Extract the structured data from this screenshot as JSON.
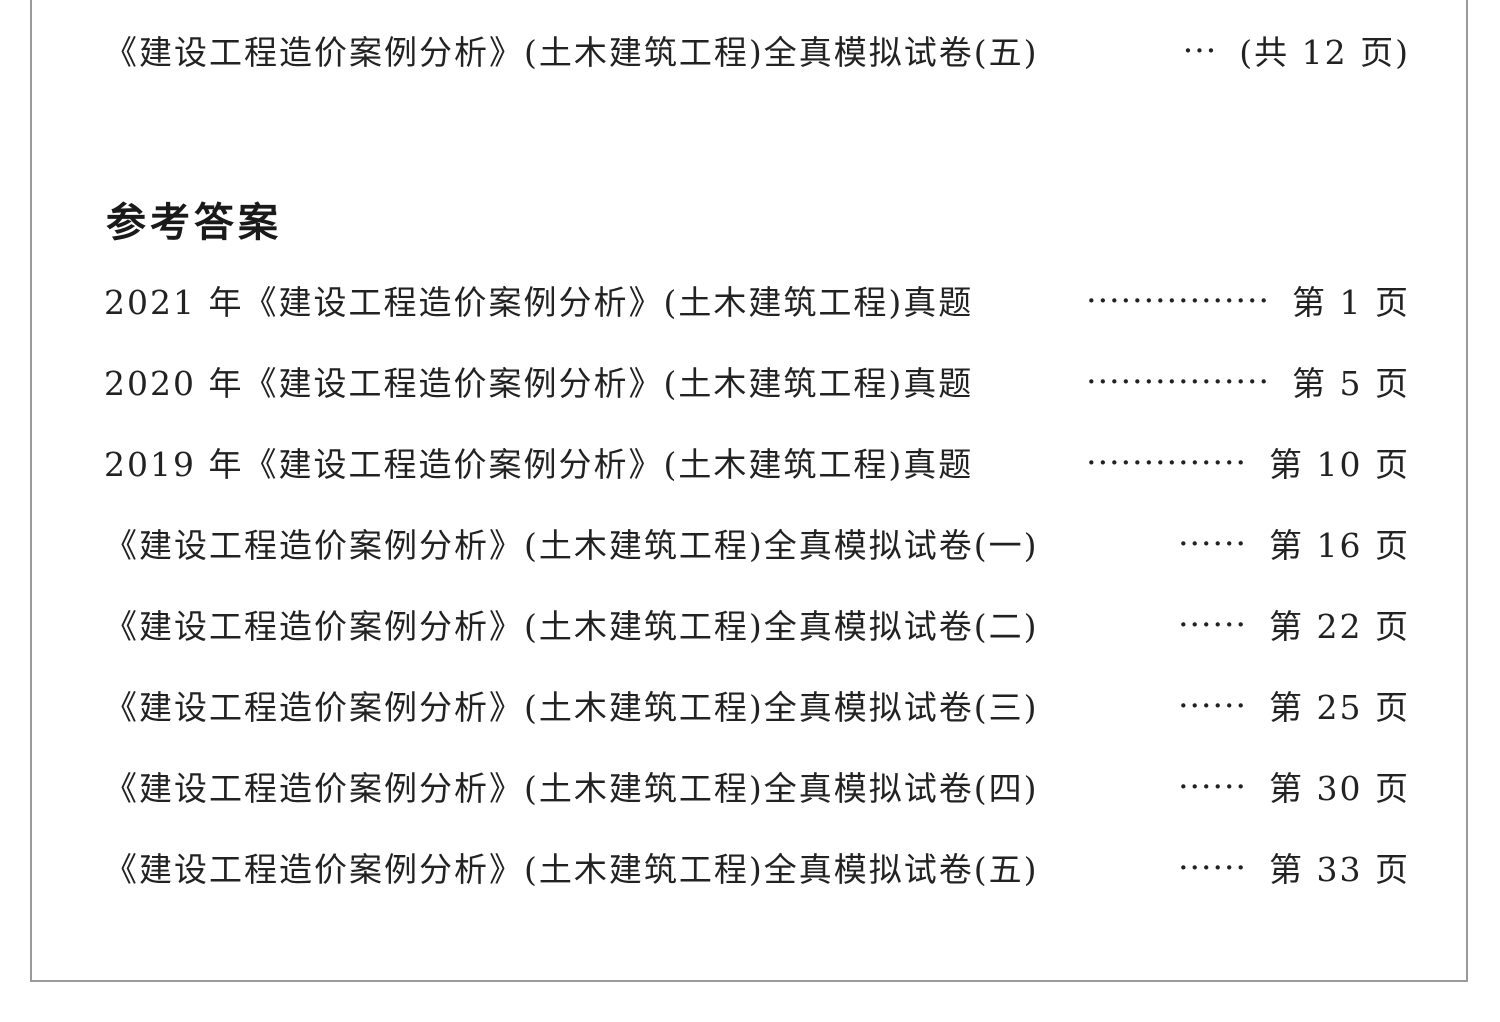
{
  "top_entry": {
    "title": "《建设工程造价案例分析》(土木建筑工程)全真模拟试卷(五)",
    "leader": "···",
    "page": "(共 12 页)"
  },
  "section_heading": "参考答案",
  "answer_entries": [
    {
      "title": "2021 年《建设工程造价案例分析》(土木建筑工程)真题",
      "leader": "················",
      "page": "第 1 页"
    },
    {
      "title": "2020 年《建设工程造价案例分析》(土木建筑工程)真题",
      "leader": "················",
      "page": "第 5 页"
    },
    {
      "title": "2019 年《建设工程造价案例分析》(土木建筑工程)真题",
      "leader": "··············",
      "page": "第 10 页"
    },
    {
      "title": "《建设工程造价案例分析》(土木建筑工程)全真模拟试卷(一)",
      "leader": "······",
      "page": "第 16 页"
    },
    {
      "title": "《建设工程造价案例分析》(土木建筑工程)全真模拟试卷(二)",
      "leader": "······",
      "page": "第 22 页"
    },
    {
      "title": "《建设工程造价案例分析》(土木建筑工程)全真模拟试卷(三)",
      "leader": "······",
      "page": "第 25 页"
    },
    {
      "title": "《建设工程造价案例分析》(土木建筑工程)全真模拟试卷(四)",
      "leader": "······",
      "page": "第 30 页"
    },
    {
      "title": "《建设工程造价案例分析》(土木建筑工程)全真模拟试卷(五)",
      "leader": "······",
      "page": "第 33 页"
    }
  ]
}
